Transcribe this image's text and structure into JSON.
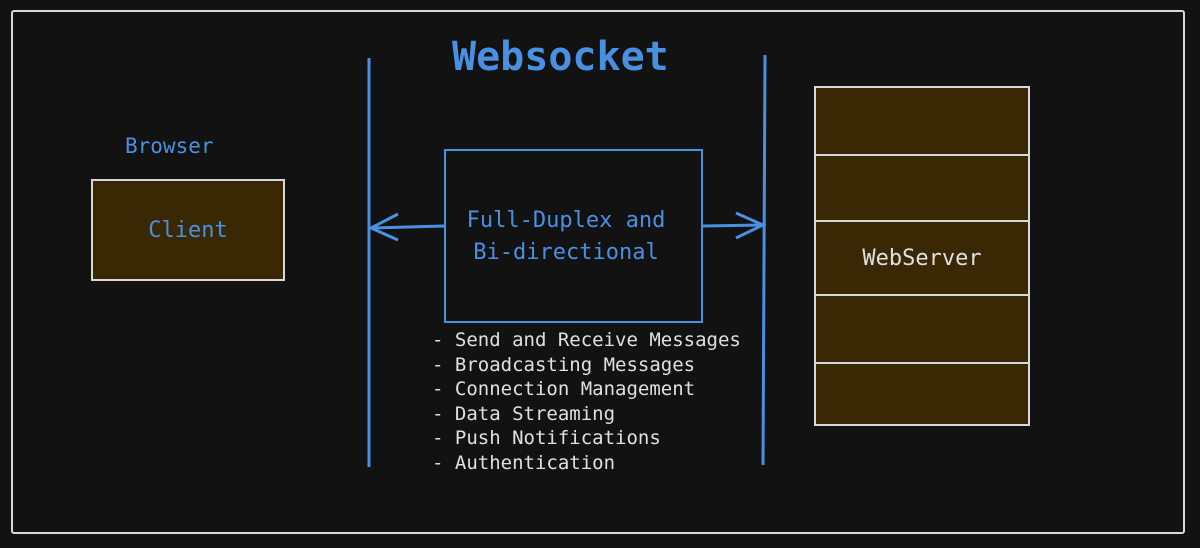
{
  "title": "Websocket",
  "client": {
    "group_label": "Browser",
    "box_label": "Client"
  },
  "channel": {
    "line1": "Full-Duplex and",
    "line2": "Bi-directional"
  },
  "server": {
    "label": "WebServer"
  },
  "features": [
    "Send and Receive Messages",
    "Broadcasting Messages",
    "Connection Management",
    "Data Streaming",
    "Push Notifications",
    "Authentication"
  ],
  "colors": {
    "background": "#121212",
    "accent": "#4a90e2",
    "box_fill": "#3a2805",
    "stroke": "#d8d8d8"
  }
}
